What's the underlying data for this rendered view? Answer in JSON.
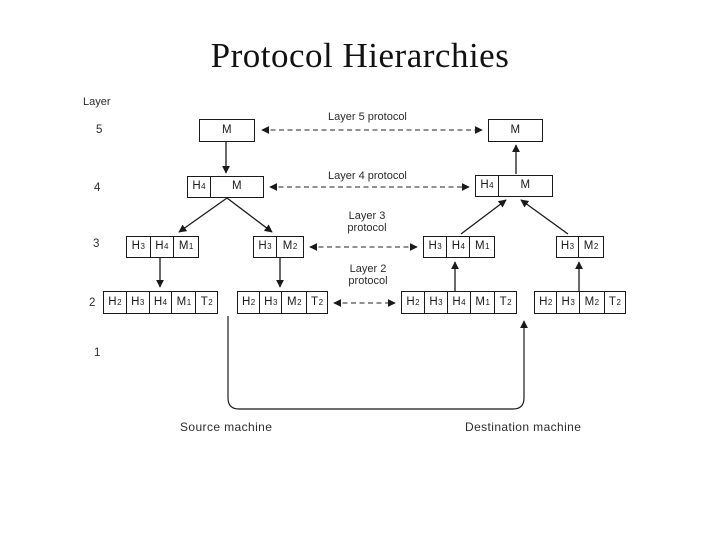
{
  "slide": {
    "title": "Protocol Hierarchies"
  },
  "colors": {
    "background": "#ffffff",
    "ink": "#1a1a1a",
    "dashed_line": "#4f4f4f",
    "title": "#111111"
  },
  "layer_axis": {
    "caption": "Layer",
    "ticks": [
      "5",
      "4",
      "3",
      "2",
      "1"
    ]
  },
  "protocol_labels": {
    "l5": {
      "text": "Layer 5 protocol"
    },
    "l4": {
      "text": "Layer 4 protocol"
    },
    "l3": {
      "line1": "Layer 3",
      "line2": "protocol"
    },
    "l2": {
      "line1": "Layer 2",
      "line2": "protocol"
    }
  },
  "machines": {
    "source": "Source machine",
    "destination": "Destination machine"
  },
  "boxes": {
    "src_l5": {
      "cells": [
        {
          "base": "M",
          "sub": ""
        }
      ]
    },
    "src_l4": {
      "cells": [
        {
          "base": "H",
          "sub": "4"
        },
        {
          "base": "M",
          "sub": ""
        }
      ]
    },
    "src_l3_left": {
      "cells": [
        {
          "base": "H",
          "sub": "3"
        },
        {
          "base": "H",
          "sub": "4"
        },
        {
          "base": "M",
          "sub": "1"
        }
      ]
    },
    "src_l3_right": {
      "cells": [
        {
          "base": "H",
          "sub": "3"
        },
        {
          "base": "M",
          "sub": "2"
        }
      ]
    },
    "src_l2_left": {
      "cells": [
        {
          "base": "H",
          "sub": "2"
        },
        {
          "base": "H",
          "sub": "3"
        },
        {
          "base": "H",
          "sub": "4"
        },
        {
          "base": "M",
          "sub": "1"
        },
        {
          "base": "T",
          "sub": "2"
        }
      ]
    },
    "src_l2_right": {
      "cells": [
        {
          "base": "H",
          "sub": "2"
        },
        {
          "base": "H",
          "sub": "3"
        },
        {
          "base": "M",
          "sub": "2"
        },
        {
          "base": "T",
          "sub": "2"
        }
      ]
    },
    "dst_l5": {
      "cells": [
        {
          "base": "M",
          "sub": ""
        }
      ]
    },
    "dst_l4": {
      "cells": [
        {
          "base": "H",
          "sub": "4"
        },
        {
          "base": "M",
          "sub": ""
        }
      ]
    },
    "dst_l3_left": {
      "cells": [
        {
          "base": "H",
          "sub": "3"
        },
        {
          "base": "H",
          "sub": "4"
        },
        {
          "base": "M",
          "sub": "1"
        }
      ]
    },
    "dst_l3_right": {
      "cells": [
        {
          "base": "H",
          "sub": "3"
        },
        {
          "base": "M",
          "sub": "2"
        }
      ]
    },
    "dst_l2_left": {
      "cells": [
        {
          "base": "H",
          "sub": "2"
        },
        {
          "base": "H",
          "sub": "3"
        },
        {
          "base": "H",
          "sub": "4"
        },
        {
          "base": "M",
          "sub": "1"
        },
        {
          "base": "T",
          "sub": "2"
        }
      ]
    },
    "dst_l2_right": {
      "cells": [
        {
          "base": "H",
          "sub": "2"
        },
        {
          "base": "H",
          "sub": "3"
        },
        {
          "base": "M",
          "sub": "2"
        },
        {
          "base": "T",
          "sub": "2"
        }
      ]
    }
  }
}
